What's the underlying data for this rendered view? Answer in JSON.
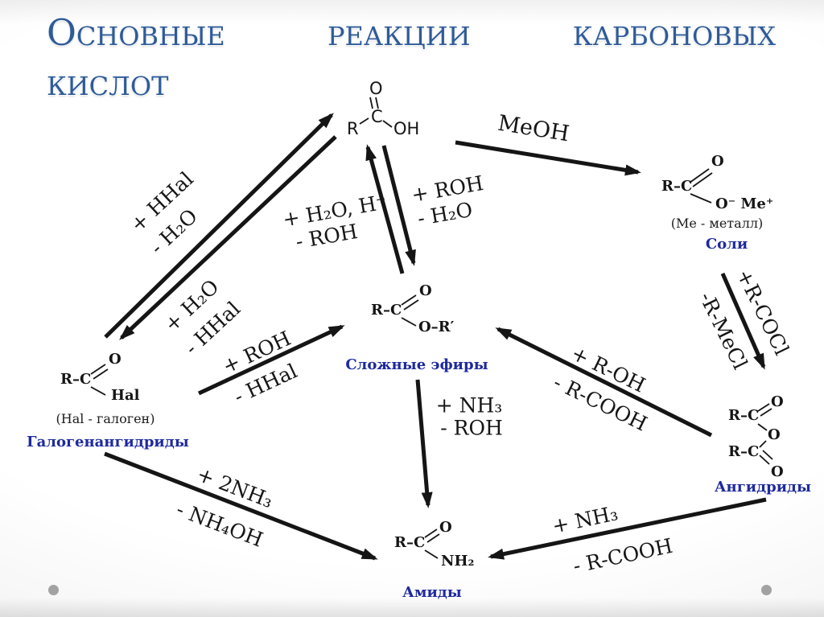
{
  "slide": {
    "title_words_line1": [
      "Основные",
      "реакции",
      "карбоновых"
    ],
    "title_line2": "кислот"
  },
  "colors": {
    "title_blue": "#2e5b99",
    "compound_label_blue": "#1e2a9e",
    "ink": "#151515",
    "background": "#f4f4f4"
  },
  "structures": {
    "acid": {
      "r": "R",
      "c": "C",
      "o": "O",
      "oh": "OH"
    },
    "salt": {
      "rc": "R–C",
      "o": "O",
      "ome": "O⁻ Me⁺",
      "note": "(Ме - металл)",
      "label": "Соли"
    },
    "halide": {
      "rc": "R–C",
      "o": "O",
      "hal": "Hal",
      "note": "(Hal - галоген)",
      "label": "Галогенангидриды"
    },
    "ester": {
      "rc": "R–C",
      "o": "O",
      "or": "O–R′",
      "label": "Сложные эфиры"
    },
    "anhydride": {
      "rc1": "R–C",
      "o1": "O",
      "omid": "O",
      "rc2": "R–C",
      "o2": "O",
      "label": "Ангидриды"
    },
    "amide": {
      "rc": "R–C",
      "o": "O",
      "nh2": "NH₂",
      "label": "Амиды"
    }
  },
  "reactions": {
    "acid_to_salt": {
      "plus": "MeOH"
    },
    "acid_to_halide": {
      "plus": "+ HHal",
      "minus": "- H₂O"
    },
    "halide_to_acid": {
      "plus": "+ H₂O",
      "minus": "- HHal"
    },
    "ester_to_acid": {
      "plus": "+ H₂O, H⁺",
      "minus": "- ROH"
    },
    "acid_to_ester": {
      "plus": "+ ROH",
      "minus": "- H₂O"
    },
    "halide_to_ester": {
      "plus": "+ ROH",
      "minus": "- HHal"
    },
    "anhydride_to_ester": {
      "plus": "+ R-OH",
      "minus": "- R-COOH"
    },
    "salt_to_anhydride": {
      "plus": "+R-COCl",
      "minus": "-R-MeCl"
    },
    "ester_to_amide": {
      "plus": "+ NH₃",
      "minus": "- ROH"
    },
    "halide_to_amide": {
      "plus": "+ 2NH₃",
      "minus": "- NH₄OH"
    },
    "anhydride_to_amide": {
      "plus": "+ NH₃",
      "minus": "- R-COOH"
    }
  }
}
